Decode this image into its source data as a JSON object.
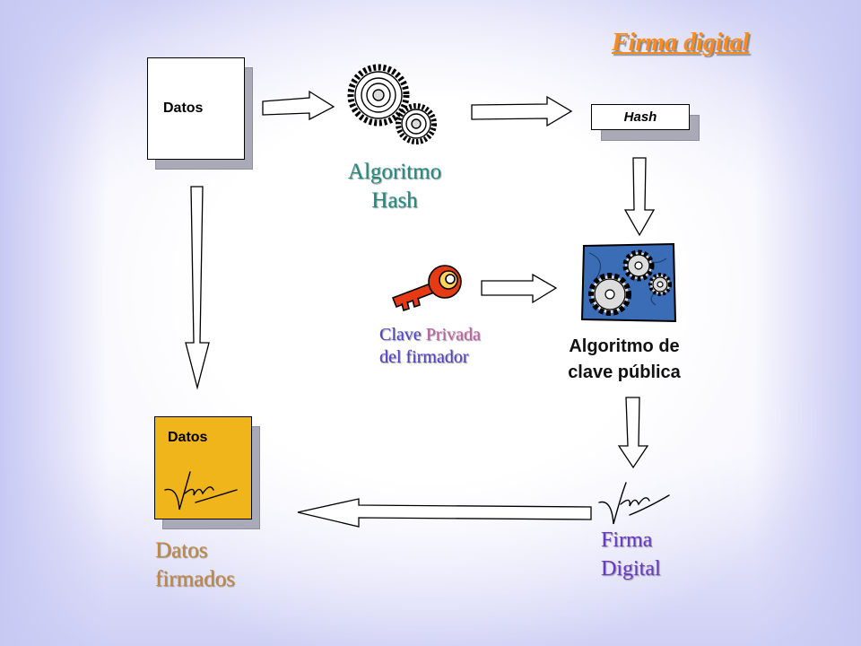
{
  "title": "Firma digital",
  "nodes": {
    "datos_doc": {
      "label": "Datos"
    },
    "hash_algorithm": {
      "label_lines": [
        "Algoritmo",
        "Hash"
      ],
      "icon": "gears-icon"
    },
    "hash_result": {
      "label": "Hash"
    },
    "private_key": {
      "label_words": [
        "Clave",
        "Privada"
      ],
      "label_line2": "del firmador",
      "icon": "key-icon"
    },
    "public_key_algorithm": {
      "label_lines": [
        "Algoritmo de",
        "clave pública"
      ],
      "icon": "gears-board-icon"
    },
    "digital_signature": {
      "label_lines": [
        "Firma",
        "Digital"
      ],
      "icon": "signature-icon"
    },
    "signed_doc": {
      "label": "Datos",
      "caption_lines": [
        "Datos",
        "firmados"
      ],
      "icon": "signature-icon"
    }
  },
  "edges": [
    {
      "from": "Datos",
      "to": "Algoritmo Hash"
    },
    {
      "from": "Algoritmo Hash",
      "to": "Hash"
    },
    {
      "from": "Hash",
      "to": "Algoritmo de clave pública"
    },
    {
      "from": "Clave Privada del firmador",
      "to": "Algoritmo de clave pública"
    },
    {
      "from": "Algoritmo de clave pública",
      "to": "Firma Digital"
    },
    {
      "from": "Firma Digital",
      "to": "Datos firmados"
    },
    {
      "from": "Datos",
      "to": "Datos firmados"
    }
  ],
  "colors": {
    "title": "#ff8a1c",
    "alg_hash_label": "#228b7f",
    "clave_label": "#5040c8",
    "privada_label": "#c060a8",
    "firma_label": "#6a38c8",
    "signed_label": "#c4873e",
    "signed_doc_fill": "#f0b51b",
    "pk_board_fill": "#3a6db5"
  }
}
